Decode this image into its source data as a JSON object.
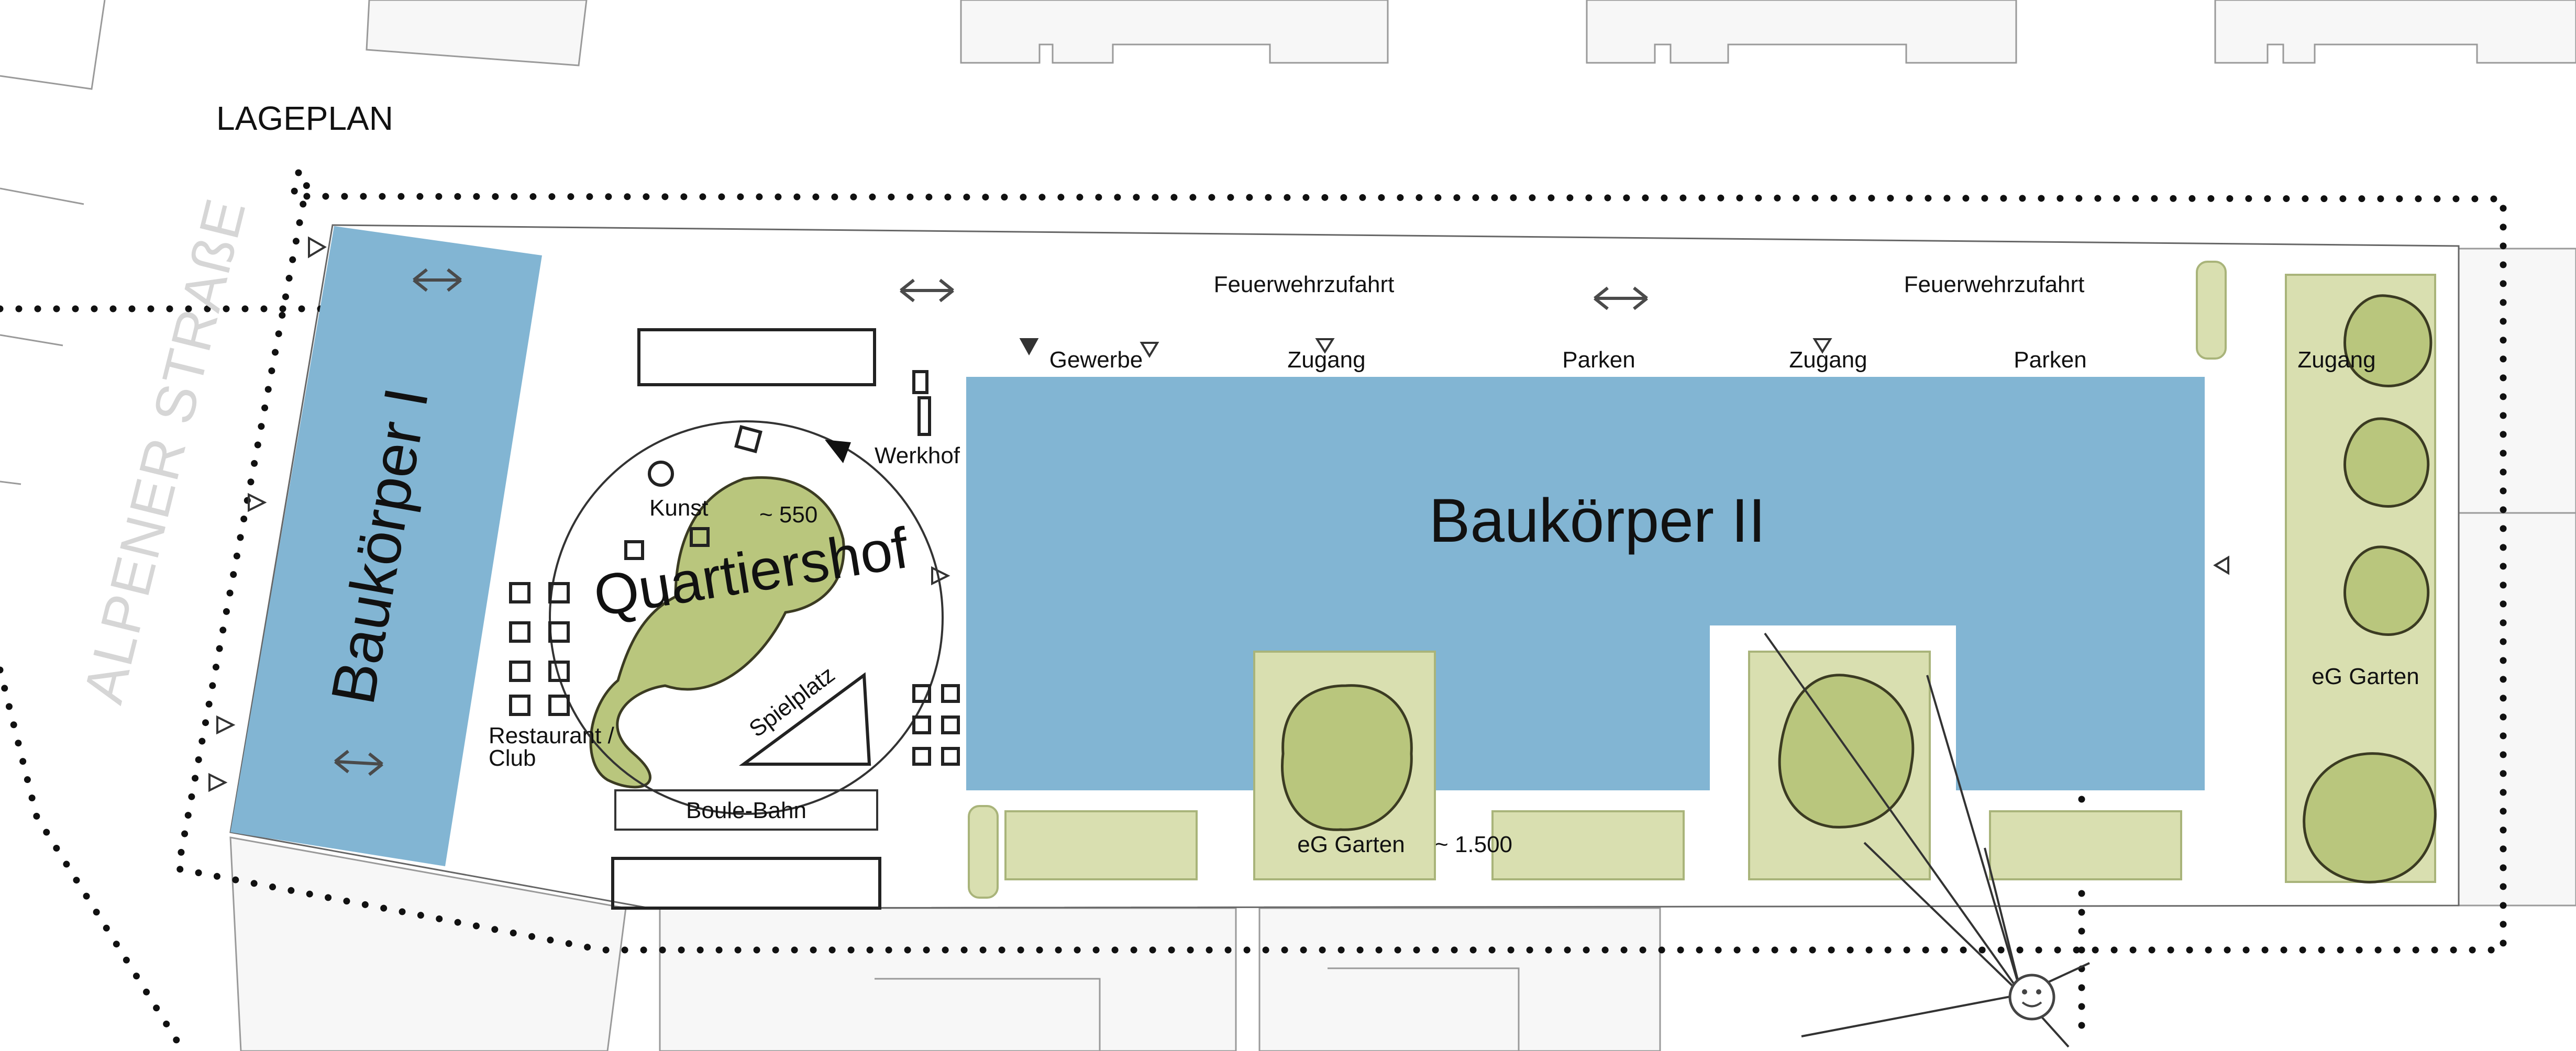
{
  "title": "LAGEPLAN",
  "street": "ALPENER STRAßE",
  "buildings": {
    "b1": "Baukörper  I",
    "b2": "Baukörper  II"
  },
  "courtyard": {
    "name": "Quartiershof",
    "area": "~ 550",
    "art": "Kunst",
    "workyard": "Werkhof",
    "playground": "Spielplatz",
    "restaurant_line1": "Restaurant /",
    "restaurant_line2": "Club",
    "boule": "Boule-Bahn"
  },
  "access": {
    "fire_lane_1": "Feuerwehrzufahrt",
    "fire_lane_2": "Feuerwehrzufahrt",
    "commercial": "Gewerbe",
    "entrance_1": "Zugang",
    "parking_1": "Parken",
    "entrance_2": "Zugang",
    "parking_2": "Parken",
    "entrance_3": "Zugang"
  },
  "gardens": {
    "garden_south": "eG Garten",
    "garden_area": "~ 1.500",
    "garden_east": "eG Garten"
  },
  "colors": {
    "building": "#82b5d3",
    "garden": "#d9dfb0",
    "tree": "#b9c67d",
    "neighbor_fill": "#f7f7f7",
    "neighbor_stroke": "#9a9a9a"
  }
}
